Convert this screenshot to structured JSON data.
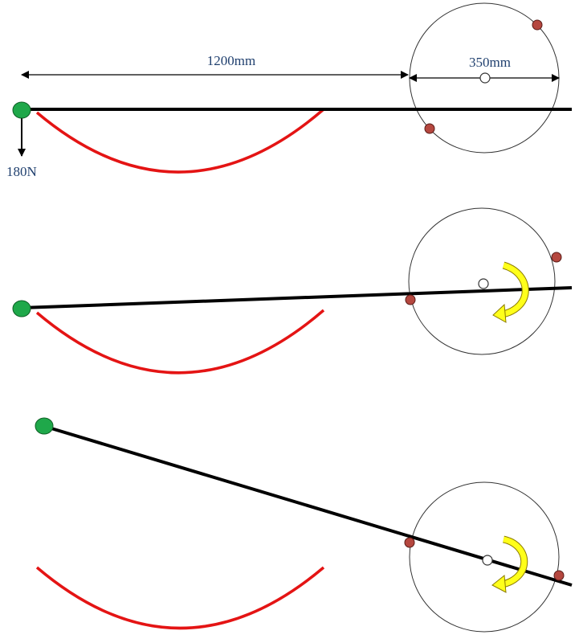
{
  "panels": [
    {
      "id": "panel-1",
      "dimension_labels": {
        "span": "1200mm",
        "diameter": "350mm"
      },
      "force_label": "180N",
      "has_rotation_arrow": false
    },
    {
      "id": "panel-2",
      "has_rotation_arrow": true
    },
    {
      "id": "panel-3",
      "has_rotation_arrow": true
    }
  ],
  "colors": {
    "beam": "#000000",
    "arc": "#e41414",
    "pivot": "#1fa84a",
    "contact_point": "#b5473f",
    "center_point": "#ffffff",
    "circle_outline": "#333333",
    "rotation_arrow": "#ffff1a",
    "label_text": "#1f3f6e"
  }
}
